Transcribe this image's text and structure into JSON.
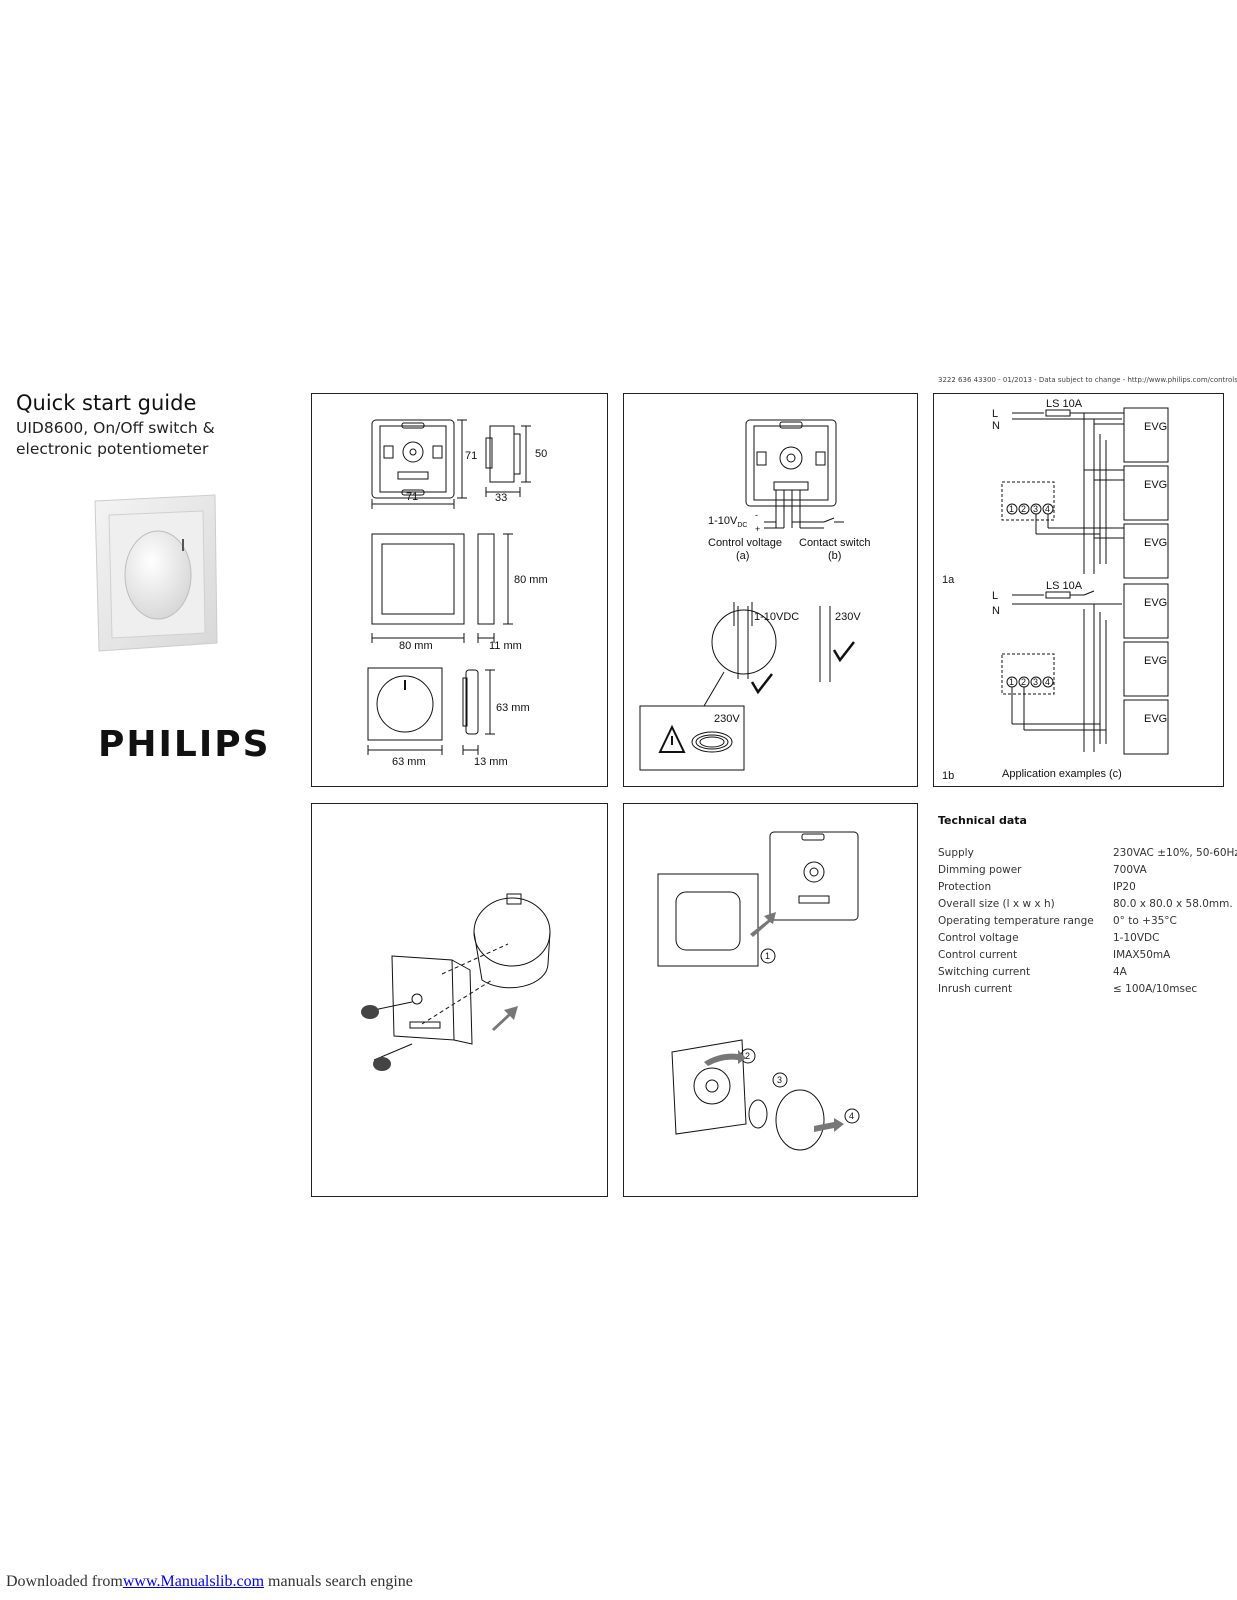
{
  "header": {
    "doc_line": "3222 636 43300 - 01/2013 - Data subject to change - http://www.philips.com/controls"
  },
  "cover": {
    "title": "Quick start guide",
    "subtitle": "UID8600, On/Off switch & electronic potentiometer",
    "brand": "PHILIPS"
  },
  "panel_dimensions": {
    "dim_71_h": "71",
    "dim_71_w": "71",
    "dim_50": "50",
    "dim_33": "33",
    "dim_80_h": "80 mm",
    "dim_80_w": "80 mm",
    "dim_11": "11 mm",
    "dim_63_h": "63 mm",
    "dim_63_w": "63 mm",
    "dim_13": "13 mm"
  },
  "panel_connections": {
    "control_voltage_range": "1-10V",
    "control_voltage_sub": "DC",
    "control_voltage": "Control voltage",
    "control_voltage_ref": "(a)",
    "contact_switch": "Contact switch",
    "contact_switch_ref": "(b)",
    "cable_lowvolt": "1-10VDC",
    "cable_mains": "230V",
    "warning_label": "230V"
  },
  "panel_wiring": {
    "line": "L",
    "neutral": "N",
    "breaker": "LS 10A",
    "evg": "EVG",
    "example_1a": "1a",
    "example_1b": "1b",
    "caption": "Application examples (c)",
    "terminal_labels": [
      "1",
      "2",
      "3",
      "4"
    ]
  },
  "panel_mounting_steps": {
    "step1": "1",
    "step2": "2",
    "step3": "3",
    "step4": "4"
  },
  "technical_data": {
    "title": "Technical data",
    "rows": [
      {
        "label": "Supply",
        "value": "230VAC ±10%, 50-60Hz"
      },
      {
        "label": "Dimming power",
        "value": "700VA"
      },
      {
        "label": "Protection",
        "value": "IP20"
      },
      {
        "label": "Overall size (l x w x h)",
        "value": "80.0 x 80.0 x 58.0mm."
      },
      {
        "label": "Operating temperature range",
        "value": "0° to +35°C"
      },
      {
        "label": "Control voltage",
        "value": "1-10VDC"
      },
      {
        "label": "Control current",
        "value": "IMAX50mA"
      },
      {
        "label": "Switching current",
        "value": "4A"
      },
      {
        "label": "Inrush current",
        "value": "≤ 100A/10msec"
      }
    ]
  },
  "footer": {
    "prefix": "Downloaded from",
    "link": "www.Manualslib.com",
    "suffix": " manuals search engine"
  }
}
